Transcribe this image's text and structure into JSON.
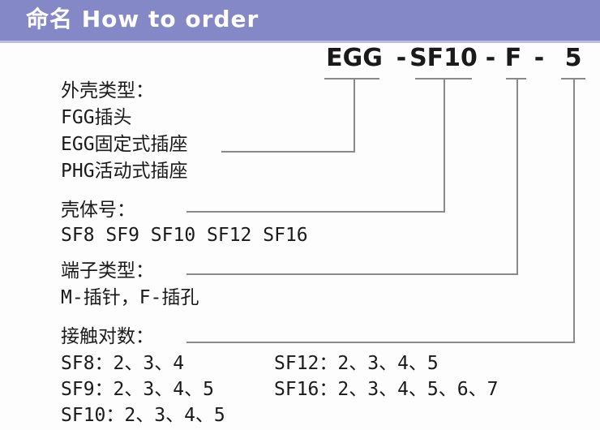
{
  "header": {
    "title": "命名 How to order",
    "bg_color": "#8588c7",
    "text_color": "#ffffff"
  },
  "code": {
    "dash": "-",
    "parts": {
      "shell": "EGG",
      "size": "SF10",
      "terminal": "F",
      "contacts": "5"
    }
  },
  "sections": {
    "shell_type": {
      "label": "外壳类型：",
      "options": [
        "FGG插头",
        "EGG固定式插座",
        "PHG活动式插座"
      ]
    },
    "shell_size": {
      "label": "壳体号：",
      "options": [
        "SF8 SF9 SF10 SF12 SF16"
      ]
    },
    "terminal_type": {
      "label": "端子类型：",
      "options": [
        "M-插针，F-插孔"
      ]
    },
    "contact_pairs": {
      "label": "接触对数：",
      "left_column": [
        "SF8：2、3、4",
        "SF9：2、3、4、5",
        "SF10：2、3、4、5"
      ],
      "right_column": [
        "SF12：2、3、4、5",
        "SF16：2、3、4、5、6、7"
      ]
    }
  },
  "colors": {
    "line": "#898989",
    "text": "#1a1a1a",
    "background": "#fdfdfd"
  }
}
